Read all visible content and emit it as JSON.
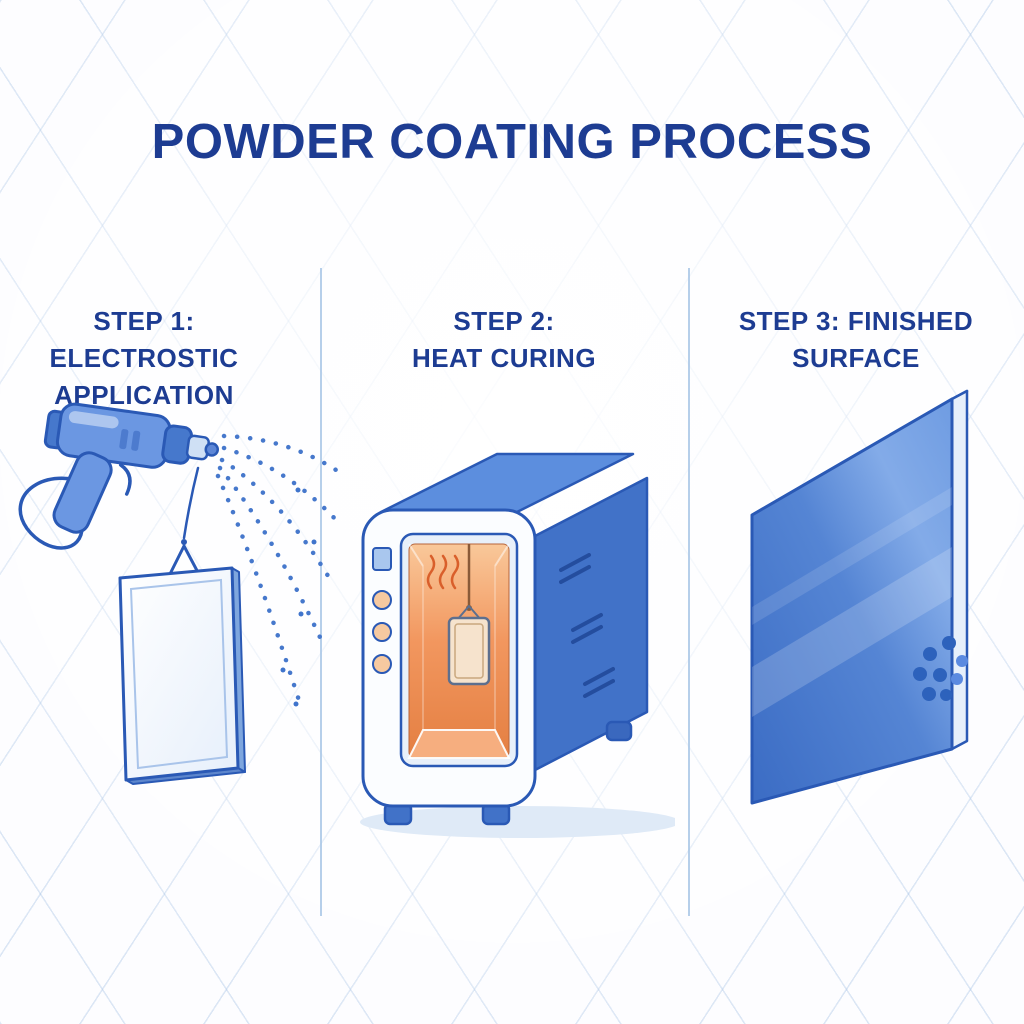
{
  "title": "POWDER COATING PROCESS",
  "steps": [
    {
      "id": 1,
      "heading_line1": "STEP 1: ELECTROSTIC",
      "heading_line2": "APPLICATION",
      "illustration": "electrostatic spray gun applying powder particles to a hanging metal panel"
    },
    {
      "id": 2,
      "heading_line1": "STEP 2:",
      "heading_line2": "HEAT CURING",
      "illustration": "curing oven with glowing orange interior and panel hanging inside with heat waves"
    },
    {
      "id": 3,
      "heading_line1": "STEP 3: FINISHED",
      "heading_line2": "SURFACE",
      "illustration": "finished smooth blue coated panel with powder texture dots"
    }
  ],
  "colors": {
    "heading_navy": "#1d3c92",
    "outline_blue": "#2a59b5",
    "mid_blue": "#4678cc",
    "sky_blue": "#6b97e2",
    "pale_blue": "#cfe0f5",
    "panel_white": "#f3f8fd",
    "divider_blue": "#a9c7e6",
    "grid_line": "#a4c1e4",
    "oven_orange": "#e8824a",
    "oven_orange_light": "#f9c89a",
    "heat_wave_red": "#d95f2b",
    "powder_dot_blue": "#2d62bc",
    "shadow_blue": "#dfeaf7"
  }
}
